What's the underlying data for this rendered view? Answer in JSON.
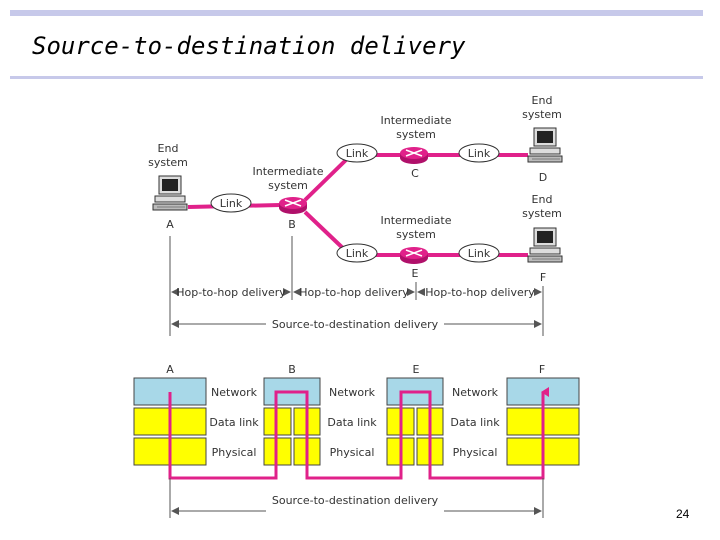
{
  "slide": {
    "title": "Source-to-destination delivery",
    "page_number": "24"
  },
  "colors": {
    "magenta": "#e0218a",
    "network_layer": "#a8d8e8",
    "datalink_layer": "#ffff00",
    "physical_layer": "#ffff00",
    "accent_bar": "#c7c9ea"
  },
  "top_diagram": {
    "end_system_a": {
      "label_line1": "End",
      "label_line2": "system",
      "letter": "A",
      "icon": "computer-icon"
    },
    "end_system_d": {
      "label_line1": "End",
      "label_line2": "system",
      "letter": "D",
      "icon": "computer-icon"
    },
    "end_system_f": {
      "label_line1": "End",
      "label_line2": "system",
      "letter": "F",
      "icon": "computer-icon"
    },
    "router_b": {
      "label_line1": "Intermediate",
      "label_line2": "system",
      "letter": "B",
      "icon": "router-icon"
    },
    "router_c": {
      "label_line1": "Intermediate",
      "label_line2": "system",
      "letter": "C",
      "icon": "router-icon"
    },
    "router_e": {
      "label_line1": "Intermediate",
      "label_line2": "system",
      "letter": "E",
      "icon": "router-icon"
    },
    "link_label": "Link",
    "hop1": "Hop-to-hop delivery",
    "hop2": "Hop-to-hop delivery",
    "hop3": "Hop-to-hop delivery",
    "source_to_destination": "Source-to-destination delivery"
  },
  "bottom_diagram": {
    "columns": [
      "A",
      "B",
      "E",
      "F"
    ],
    "network": "Network",
    "data_link": "Data link",
    "physical": "Physical",
    "source_to_destination": "Source-to-destination delivery"
  }
}
